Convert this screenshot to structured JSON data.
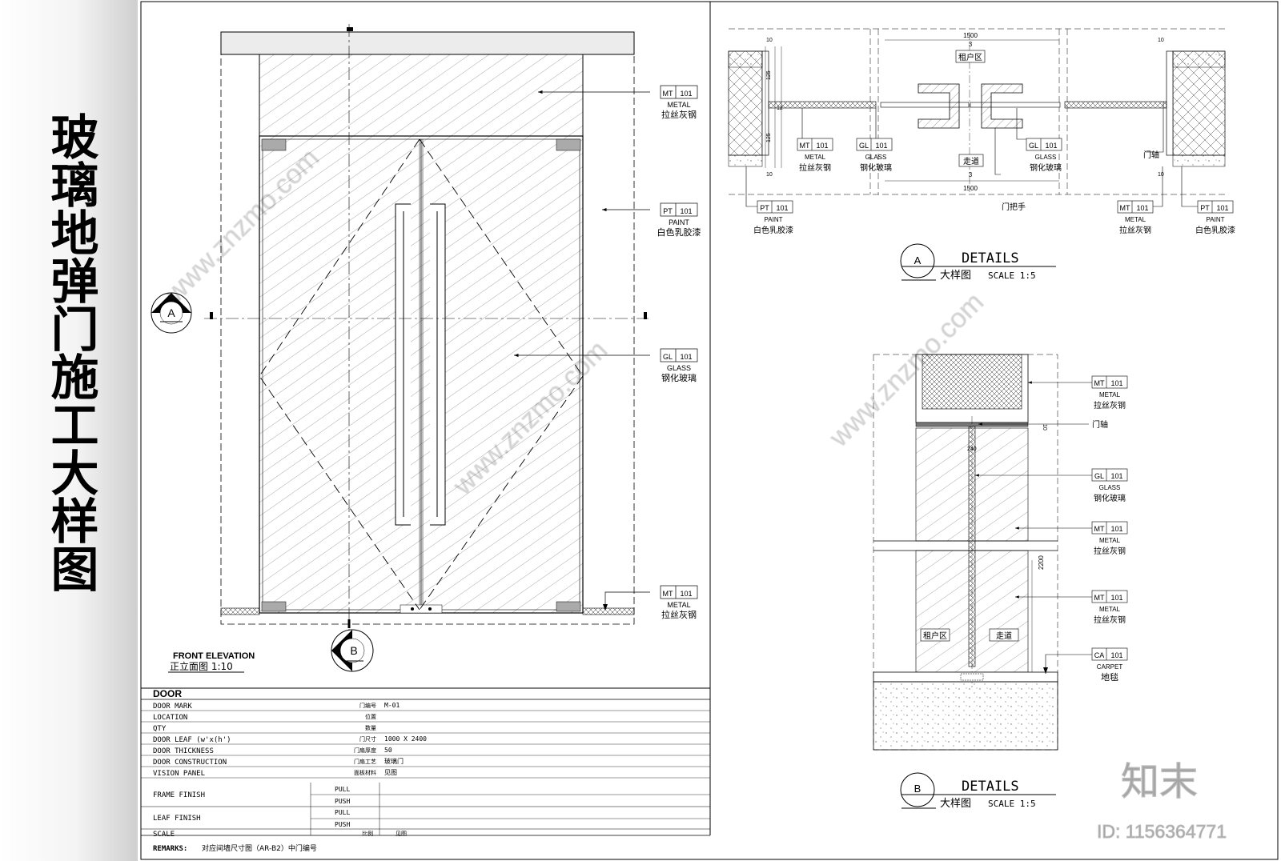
{
  "sheet_title": "玻璃地弹门施工大样图",
  "front_elevation": {
    "title_en": "FRONT ELEVATION",
    "title_cn": "正立面图 1:10",
    "marker_a": "A",
    "marker_b": "B"
  },
  "tags": {
    "mt": {
      "code": "MT",
      "num": "101",
      "en": "METAL",
      "cn": "拉丝灰钢"
    },
    "pt": {
      "code": "PT",
      "num": "101",
      "en": "PAINT",
      "cn": "白色乳胶漆"
    },
    "gl": {
      "code": "GL",
      "num": "101",
      "en": "GLASS",
      "cn": "钢化玻璃"
    },
    "ca": {
      "code": "CA",
      "num": "101",
      "en": "CARPET",
      "cn": "地毯"
    }
  },
  "detail_a": {
    "letter": "A",
    "title": "DETAILS",
    "subtitle_cn": "大样图",
    "scale": "SCALE  1:5",
    "dim_top": "1500",
    "dim_bottom": "1500",
    "dim_small": "3",
    "dim_10": "10",
    "dim_125": "125",
    "dim_12": "12",
    "zone_tenant": "租户区",
    "zone_corridor": "走道",
    "label_handle": "门把手",
    "label_pivot": "门轴"
  },
  "detail_b": {
    "letter": "B",
    "title": "DETAILS",
    "subtitle_cn": "大样图",
    "scale": "SCALE  1:5",
    "dim_2200": "2200",
    "dim_10": "10",
    "dim_240": "240",
    "zone_tenant": "租户区",
    "zone_corridor": "走道",
    "label_pivot": "门轴"
  },
  "schedule": {
    "header": "DOOR",
    "rows": [
      {
        "en": "DOOR MARK",
        "cn": "门编号",
        "val": "M-01"
      },
      {
        "en": "LOCATION",
        "cn": "位置",
        "val": ""
      },
      {
        "en": "QTY",
        "cn": "数量",
        "val": ""
      },
      {
        "en": "DOOR LEAF (w'x(h')",
        "cn": "门尺寸",
        "val": "1000 X 2400"
      },
      {
        "en": "DOOR THICKNESS",
        "cn": "门扇厚度",
        "val": "50"
      },
      {
        "en": "DOOR CONSTRUCTION",
        "cn": "门扇工艺",
        "val": "玻璃门"
      },
      {
        "en": "VISION PANEL",
        "cn": "面板材料",
        "val": "见图"
      }
    ],
    "frame_finish": "FRAME FINISH",
    "leaf_finish": "LEAF FINISH",
    "pull": "PULL",
    "push": "PUSH",
    "scale_en": "SCALE",
    "scale_cn": "比例",
    "scale_val": "见图",
    "remarks_label": "REMARKS:",
    "remarks_text": "对应间墙尺寸图（AR-B2）中门编号"
  },
  "watermark": {
    "logo": "知末",
    "id": "ID: 1156364771",
    "site": "www.znzmo.com"
  }
}
